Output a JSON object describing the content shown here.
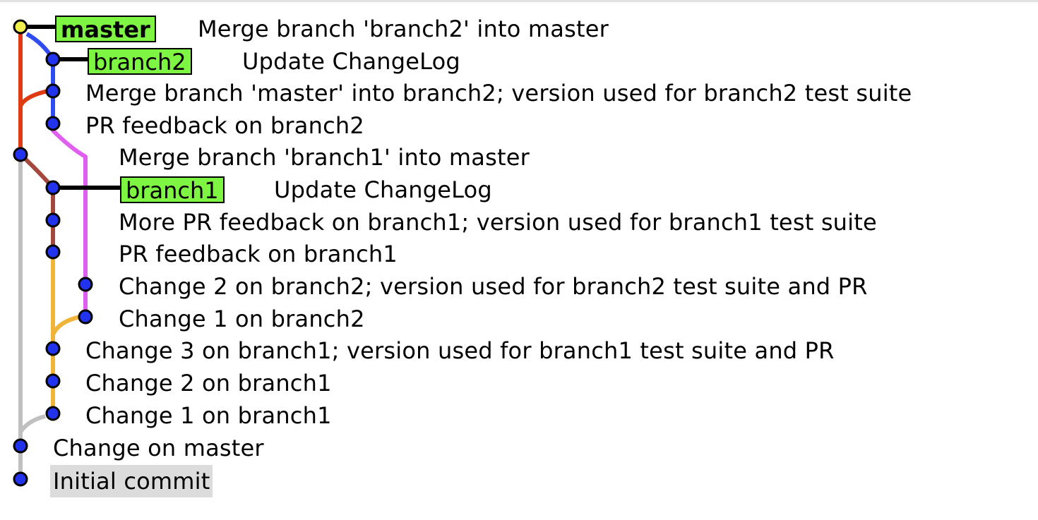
{
  "colors": {
    "commit_dot": "#2233ee",
    "head_dot": "#f1ef4c",
    "ref_label_bg": "#7ef542",
    "selected_row_bg": "#dcdcdc",
    "lane_master": "#e03a12",
    "lane_branch2": "#2f4cf0",
    "lane_branch2_feature": "#e05ff0",
    "lane_branch1": "#a4483e",
    "lane_branch1_feature": "#f0b43a",
    "lane_base": "#c0c0c0"
  },
  "commits": [
    {
      "refs": [
        "master"
      ],
      "head": true,
      "message": "Merge branch 'branch2' into master"
    },
    {
      "refs": [
        "branch2"
      ],
      "message": "Update ChangeLog"
    },
    {
      "refs": [],
      "message": "Merge branch 'master' into branch2; version used for branch2 test suite"
    },
    {
      "refs": [],
      "message": "PR feedback on branch2"
    },
    {
      "refs": [],
      "message": "Merge branch 'branch1' into master"
    },
    {
      "refs": [
        "branch1"
      ],
      "message": "Update ChangeLog"
    },
    {
      "refs": [],
      "message": "More PR feedback on branch1; version used for branch1 test suite"
    },
    {
      "refs": [],
      "message": "PR feedback on branch1"
    },
    {
      "refs": [],
      "message": "Change 2 on branch2; version used for branch2 test suite and PR"
    },
    {
      "refs": [],
      "message": "Change 1 on branch2"
    },
    {
      "refs": [],
      "message": "Change 3 on branch1; version used for branch1 test suite and PR"
    },
    {
      "refs": [],
      "message": "Change 2 on branch1"
    },
    {
      "refs": [],
      "message": "Change 1 on branch1"
    },
    {
      "refs": [],
      "message": "Change on master"
    },
    {
      "refs": [],
      "selected": true,
      "message": "Initial commit"
    }
  ]
}
